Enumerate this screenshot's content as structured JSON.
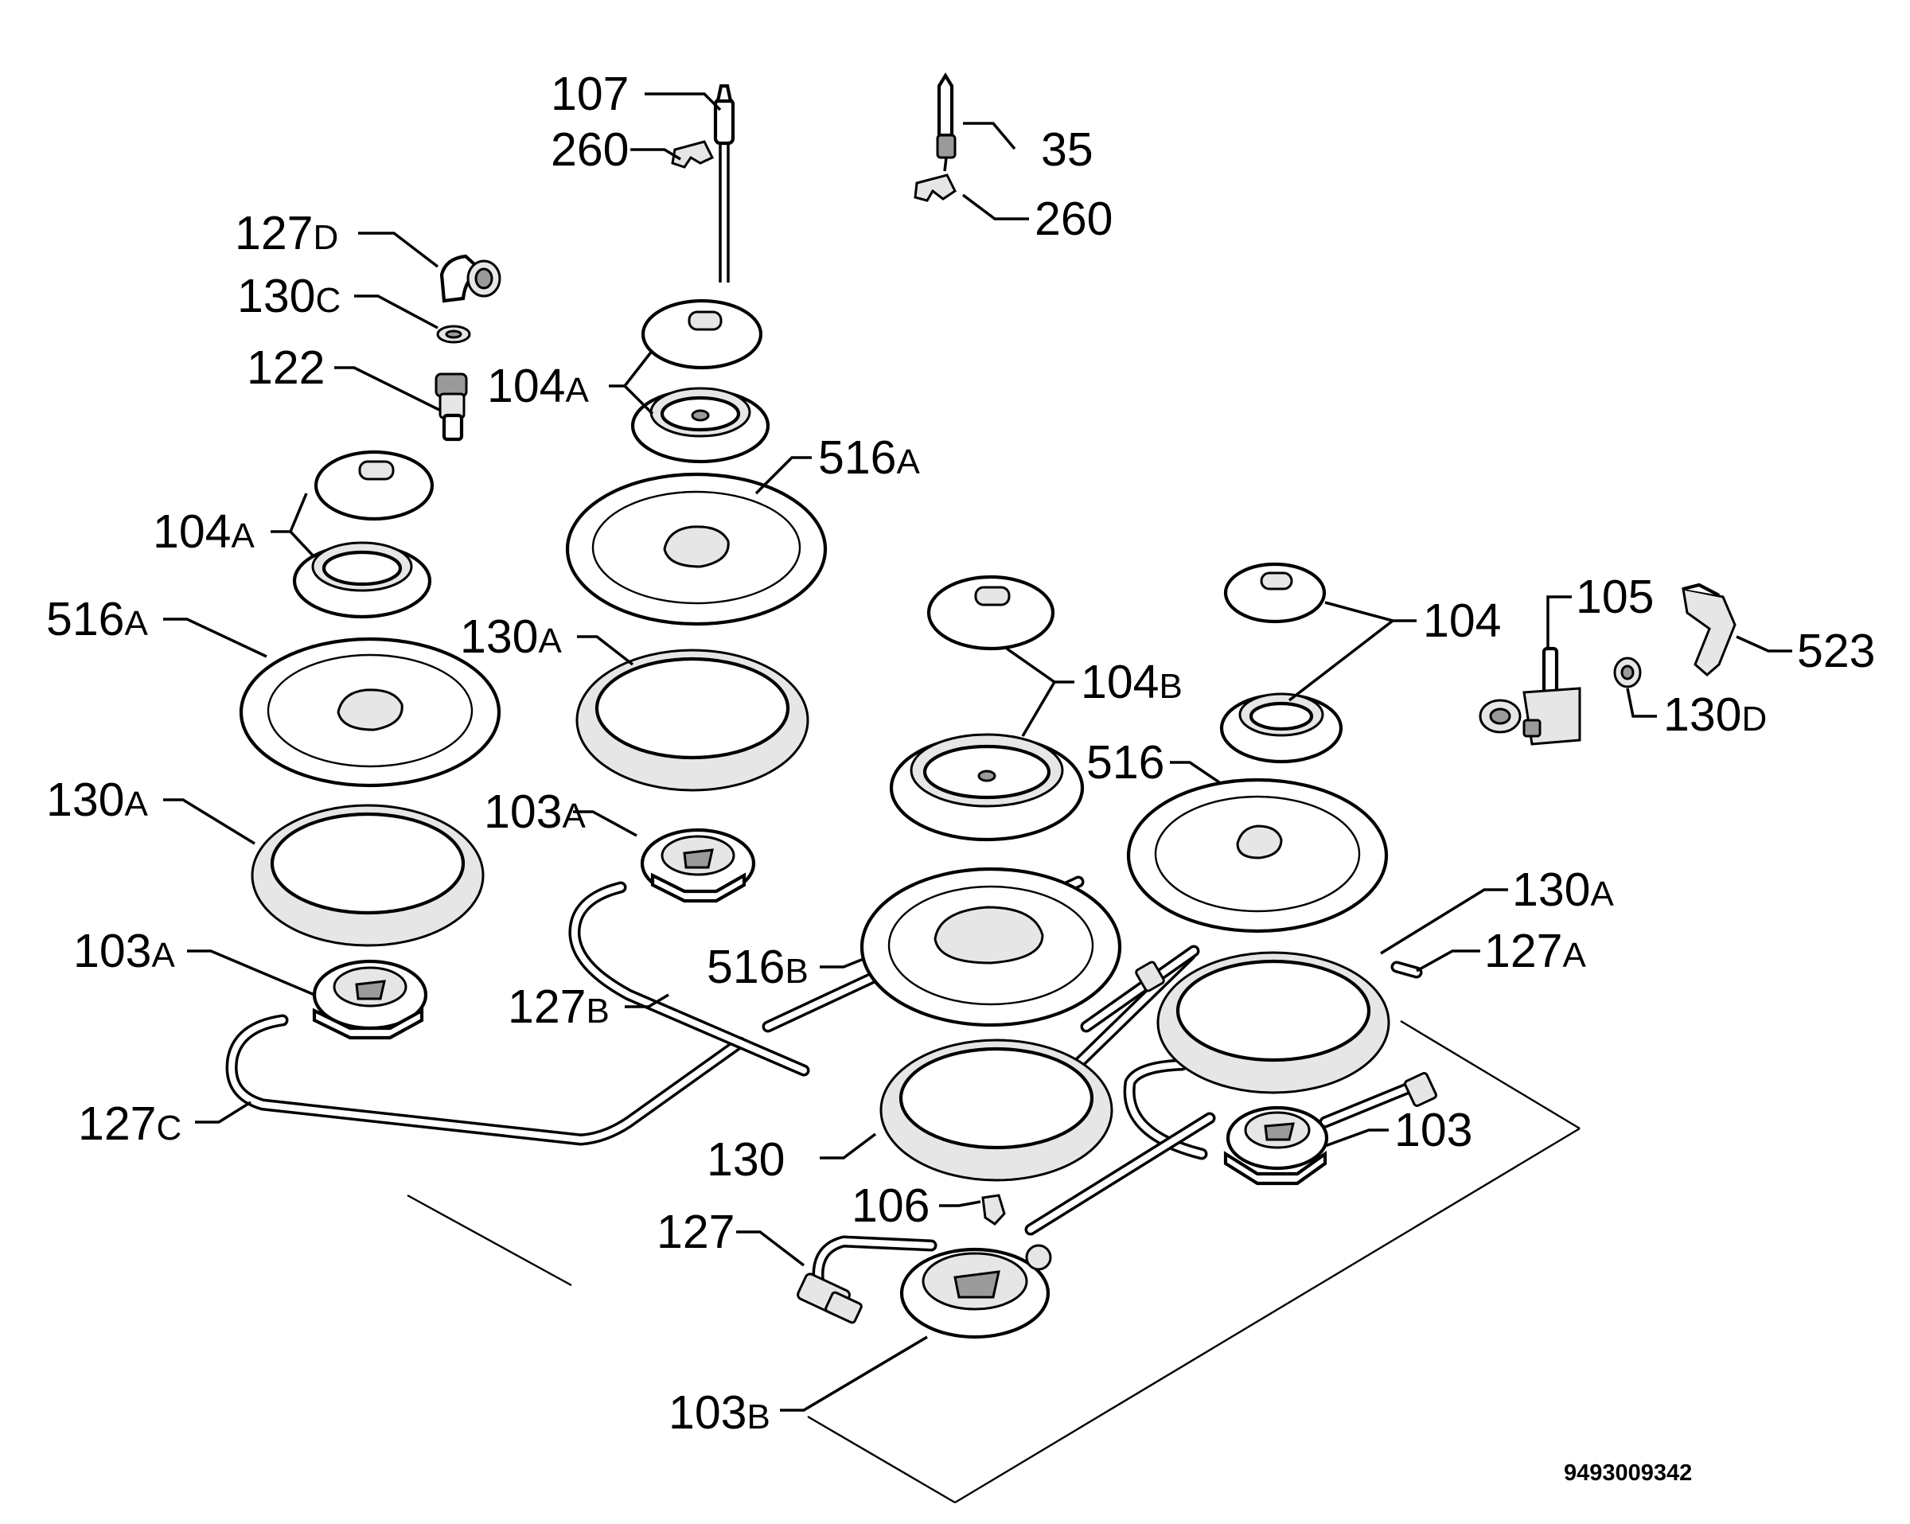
{
  "labels": {
    "l107": {
      "num": "107",
      "suf": ""
    },
    "l260a": {
      "num": "260",
      "suf": ""
    },
    "l35": {
      "num": "35",
      "suf": ""
    },
    "l260b": {
      "num": "260",
      "suf": ""
    },
    "l127d": {
      "num": "127",
      "suf": "D"
    },
    "l130c": {
      "num": "130",
      "suf": "C"
    },
    "l122": {
      "num": "122",
      "suf": ""
    },
    "l104a_top": {
      "num": "104",
      "suf": "A"
    },
    "l516a_top": {
      "num": "516",
      "suf": "A"
    },
    "l104a_left": {
      "num": "104",
      "suf": "A"
    },
    "l516a_left": {
      "num": "516",
      "suf": "A"
    },
    "l130a_mid": {
      "num": "130",
      "suf": "A"
    },
    "l130a_left": {
      "num": "130",
      "suf": "A"
    },
    "l103a_mid": {
      "num": "103",
      "suf": "A"
    },
    "l103a_left": {
      "num": "103",
      "suf": "A"
    },
    "l104b": {
      "num": "104",
      "suf": "B"
    },
    "l104": {
      "num": "104",
      "suf": ""
    },
    "l105": {
      "num": "105",
      "suf": ""
    },
    "l523": {
      "num": "523",
      "suf": ""
    },
    "l130d": {
      "num": "130",
      "suf": "D"
    },
    "l516": {
      "num": "516",
      "suf": ""
    },
    "l130a_right": {
      "num": "130",
      "suf": "A"
    },
    "l127a": {
      "num": "127",
      "suf": "A"
    },
    "l516b": {
      "num": "516",
      "suf": "B"
    },
    "l127b": {
      "num": "127",
      "suf": "B"
    },
    "l127c": {
      "num": "127",
      "suf": "C"
    },
    "l130": {
      "num": "130",
      "suf": ""
    },
    "l103": {
      "num": "103",
      "suf": ""
    },
    "l106": {
      "num": "106",
      "suf": ""
    },
    "l127": {
      "num": "127",
      "suf": ""
    },
    "l103b": {
      "num": "103",
      "suf": "B"
    }
  },
  "drawing_code": "9493009342"
}
